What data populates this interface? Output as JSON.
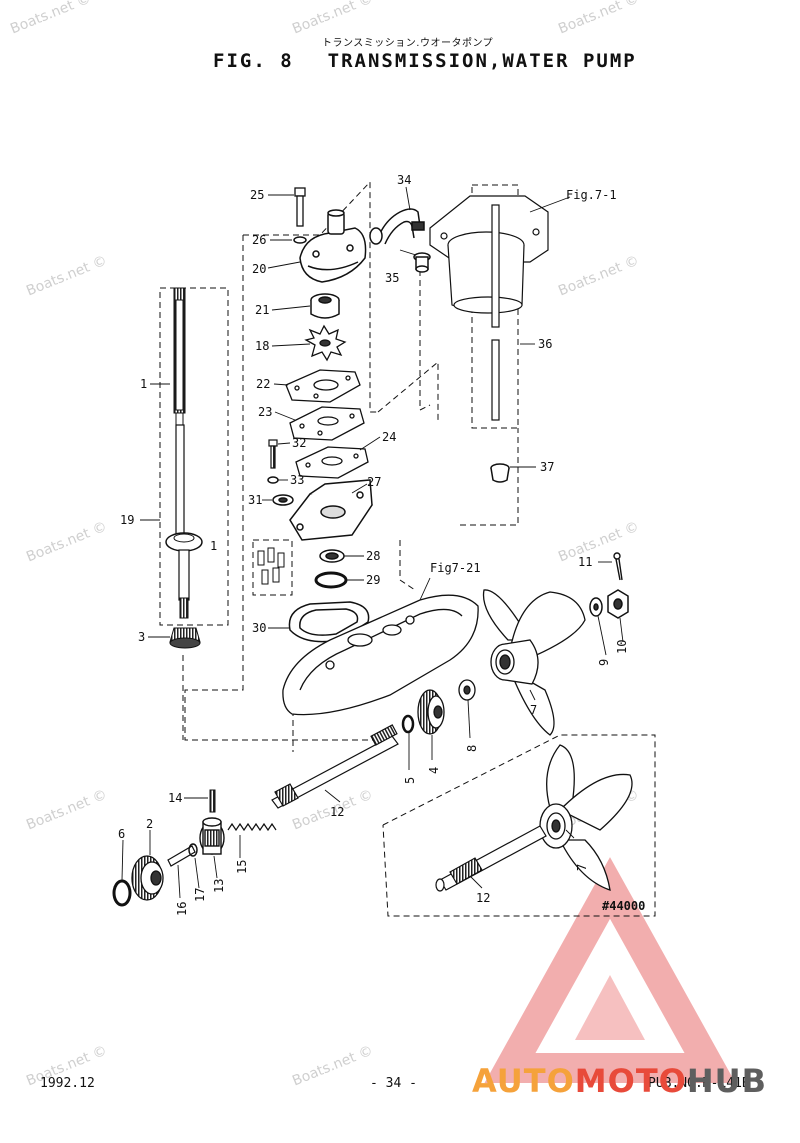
{
  "header": {
    "japanese": "トランスミッション.ウオータポンプ",
    "fig_label": "FIG. 8",
    "title": "TRANSMISSION,WATER PUMP"
  },
  "footer": {
    "date": "1992.12",
    "page": "- 34 -",
    "pub": "PUB.NO.M-141B"
  },
  "callouts": {
    "p1": "1",
    "p1b": "1",
    "p2": "2",
    "p3": "3",
    "p4": "4",
    "p5": "5",
    "p6": "6",
    "p7": "7",
    "p7b": "7",
    "p8": "8",
    "p9": "9",
    "p10": "10",
    "p11": "11",
    "p12": "12",
    "p12b": "12",
    "p13": "13",
    "p14": "14",
    "p15": "15",
    "p16": "16",
    "p17": "17",
    "p18": "18",
    "p19": "19",
    "p20": "20",
    "p21": "21",
    "p22": "22",
    "p23": "23",
    "p24": "24",
    "p25": "25",
    "p26": "26",
    "p27": "27",
    "p28": "28",
    "p29": "29",
    "p30": "30",
    "p31": "31",
    "p32": "32",
    "p33": "33",
    "p34": "34",
    "p35": "35",
    "p36": "36",
    "p37": "37"
  },
  "references": {
    "fig7_1": "Fig.7-1",
    "fig7_21": "Fig7-21",
    "serial": "#44000"
  },
  "watermark": {
    "text": "Boats.net ©",
    "color": "#cfcfcf"
  },
  "branding": {
    "part1": "AUTO",
    "part2": "MOTO",
    "part3": "HUB",
    "color_red": "#e84a3a",
    "color_orange": "#f5a23b",
    "color_gray": "#5e5e5e"
  }
}
